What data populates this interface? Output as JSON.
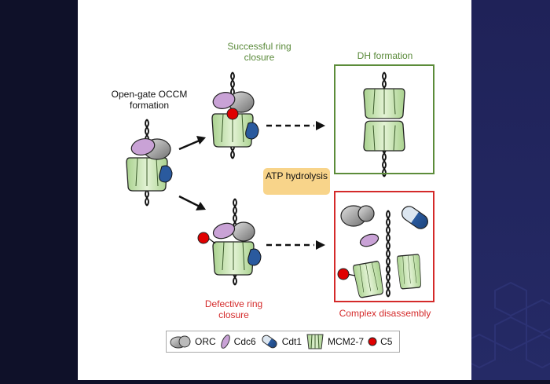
{
  "figure": {
    "labels": {
      "open_gate": "Open-gate OCCM formation",
      "successful": "Successful ring closure",
      "defective": "Defective ring closure",
      "dh_formation": "DH formation",
      "complex_disassembly": "Complex disassembly",
      "atp": "ATP hydrolysis"
    },
    "legend": [
      {
        "icon": "orc-icon",
        "label": "ORC"
      },
      {
        "icon": "cdc6-icon",
        "label": "Cdc6"
      },
      {
        "icon": "cdt1-icon",
        "label": "Cdt1"
      },
      {
        "icon": "mcm-icon",
        "label": "MCM2-7"
      },
      {
        "icon": "c5-icon",
        "label": "C5"
      }
    ],
    "colors": {
      "success_green": "#5c8c3a",
      "failure_red": "#d42a2a",
      "atp_fill": "#f8d48a",
      "mcm_green": "#c8e6b0",
      "cdc6_purple": "#c9a2d6",
      "cdt1_blue": "#2a5a9e",
      "c5_red": "#e00000",
      "orc_gray": "#9a9a9a"
    }
  }
}
